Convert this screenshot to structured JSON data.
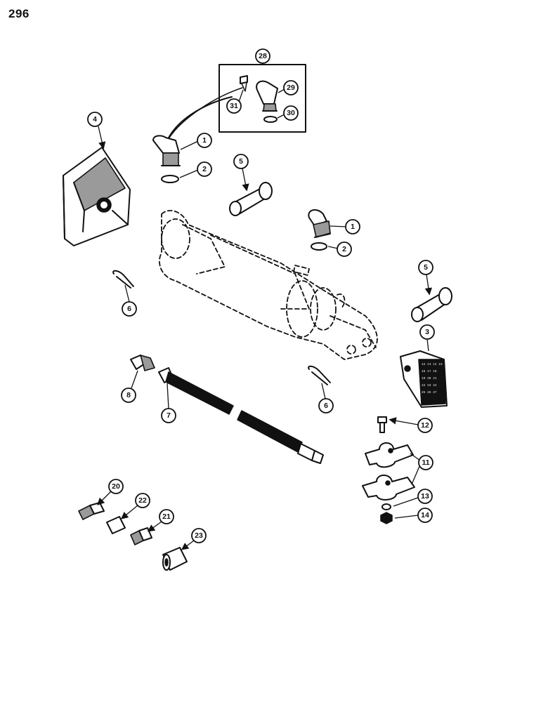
{
  "page": {
    "number": "296"
  },
  "callouts": {
    "c28": "28",
    "c29": "29",
    "c30": "30",
    "c31": "31",
    "c4": "4",
    "c1a": "1",
    "c2a": "2",
    "c5a": "5",
    "c1b": "1",
    "c2b": "2",
    "c5b": "5",
    "c3": "3",
    "c6a": "6",
    "c6b": "6",
    "c8": "8",
    "c7": "7",
    "c12": "12",
    "c11": "11",
    "c13": "13",
    "c14": "14",
    "c20": "20",
    "c22": "22",
    "c21": "21",
    "c23": "23"
  }
}
